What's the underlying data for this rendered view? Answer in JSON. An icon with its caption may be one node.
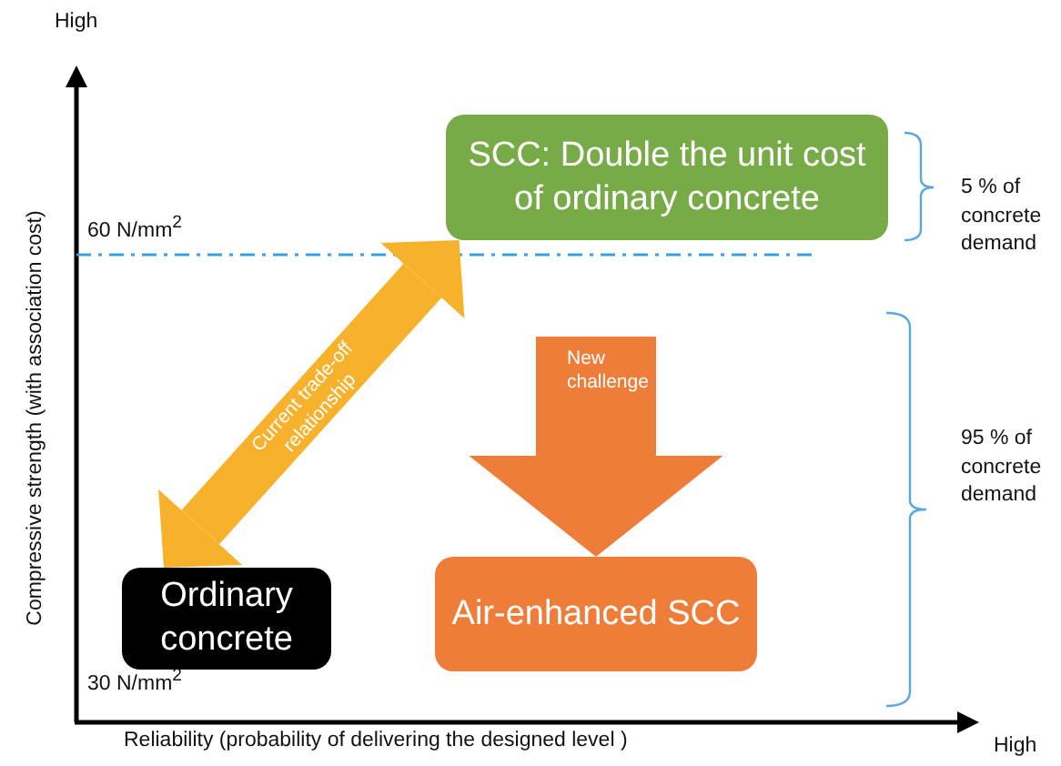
{
  "diagram": {
    "nodes": [
      {
        "text": [
          "SCC: Double the unit cost of ordinary concrete"
        ]
      },
      {
        "text": [
          "Ordinary concrete"
        ]
      },
      {
        "text": [
          "Air-enhanced SCC"
        ]
      }
    ],
    "edges": [
      {
        "from": 1,
        "to": 0,
        "arrow": "both",
        "label": "Current trade-off relationship",
        "color": "#f8b12b"
      },
      {
        "from": null,
        "to": 2,
        "arrow": "to",
        "label": "New challenge",
        "style": "thick",
        "color": "#ef7d3a"
      }
    ],
    "labels": [
      "High",
      "Compressive strength (with association cost)",
      "60 N/mm$^{2}$",
      "30 N/mm$^{2}$",
      "Reliability (probability of delivering the designed level )",
      "High",
      "5 % of concrete demand",
      "95 % of concrete demand"
    ]
  }
}
